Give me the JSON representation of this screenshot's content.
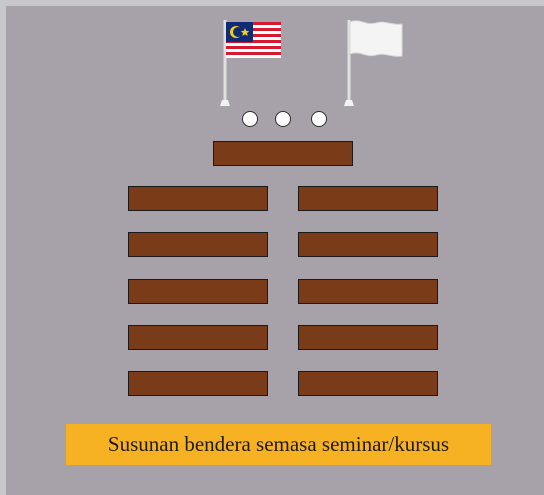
{
  "diagram": {
    "flags": [
      {
        "name": "Malaysia",
        "icon": "malaysia-flag-icon"
      },
      {
        "name": "White flag",
        "icon": "white-flag-icon"
      }
    ],
    "caption": "Susunan bendera semasa seminar/kursus",
    "colors": {
      "background": "#a7a2a9",
      "table_fill": "#7a3c18",
      "table_border": "#1a1a1a",
      "caption_bg": "#f6b223",
      "pole": "#e0e0e0"
    }
  }
}
